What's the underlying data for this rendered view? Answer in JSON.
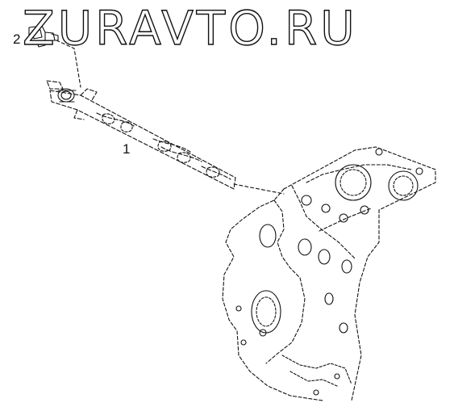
{
  "watermark": "ZURAVTO.RU",
  "callouts": {
    "part_1": "1",
    "part_2": "2"
  },
  "colors": {
    "line": "#111111",
    "background": "#ffffff"
  }
}
